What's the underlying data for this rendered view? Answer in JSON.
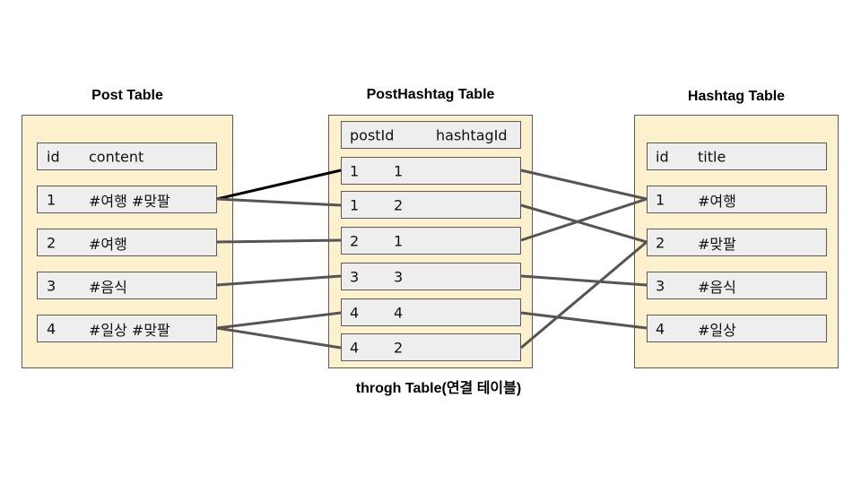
{
  "post_table": {
    "title": "Post Table",
    "header": {
      "id": "id",
      "content": "content"
    },
    "rows": [
      {
        "id": "1",
        "content": "#여행 #맞팔"
      },
      {
        "id": "2",
        "content": "#여행"
      },
      {
        "id": "3",
        "content": "#음식"
      },
      {
        "id": "4",
        "content": "#일상 #맞팔"
      }
    ]
  },
  "through_table": {
    "title": "PostHashtag Table",
    "header": {
      "post_id": "postId",
      "hashtag_id": "hashtagId"
    },
    "rows": [
      {
        "post_id": "1",
        "hashtag_id": "1"
      },
      {
        "post_id": "1",
        "hashtag_id": "2"
      },
      {
        "post_id": "2",
        "hashtag_id": "1"
      },
      {
        "post_id": "3",
        "hashtag_id": "3"
      },
      {
        "post_id": "4",
        "hashtag_id": "4"
      },
      {
        "post_id": "4",
        "hashtag_id": "2"
      }
    ],
    "caption": "throgh Table(연결 테이블)"
  },
  "hashtag_table": {
    "title": "Hashtag Table",
    "header": {
      "id": "id",
      "title": "title"
    },
    "rows": [
      {
        "id": "1",
        "title": "#여행"
      },
      {
        "id": "2",
        "title": "#맞팔"
      },
      {
        "id": "3",
        "title": "#음식"
      },
      {
        "id": "4",
        "title": "#일상"
      }
    ]
  },
  "colors": {
    "panel_fill": "#fdf0cc",
    "cell_fill": "#eeeeee",
    "border": "#5a5a5a",
    "link_line": "#555555",
    "highlight_link": "#000000"
  }
}
